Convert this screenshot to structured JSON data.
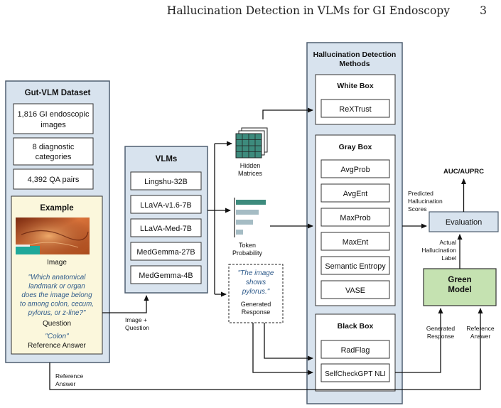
{
  "header": {
    "title": "Hallucination Detection in VLMs for GI Endoscopy",
    "page_number": "3"
  },
  "dataset": {
    "title": "Gut-VLM Dataset",
    "stats": [
      "1,816 GI endoscopic images",
      "8 diagnostic categories",
      "4,392 QA pairs"
    ],
    "example": {
      "title": "Example",
      "image_label": "Image",
      "question": "\"Which anatomical landmark or organ does the image belong to among colon, cecum, pylorus, or z-line?\"",
      "question_label": "Question",
      "answer": "\"Colon\"",
      "answer_label": "Reference Answer"
    }
  },
  "vlms": {
    "title": "VLMs",
    "models": [
      "Lingshu-32B",
      "LLaVA-v1.6-7B",
      "LLaVA-Med-7B",
      "MedGemma-27B",
      "MedGemma-4B"
    ]
  },
  "signals": {
    "hidden": "Hidden Matrices",
    "token": "Token Probability",
    "response_quote": "\"The image shows pylorus.\"",
    "response_label": "Generated Response"
  },
  "methods": {
    "title": "Hallucination Detection Methods",
    "white": {
      "title": "White Box",
      "items": [
        "ReXTrust"
      ]
    },
    "gray": {
      "title": "Gray Box",
      "items": [
        "AvgProb",
        "AvgEnt",
        "MaxProb",
        "MaxEnt",
        "Semantic Entropy",
        "VASE"
      ]
    },
    "black": {
      "title": "Black Box",
      "items": [
        "RadFlag",
        "SelfCheckGPT NLI"
      ]
    }
  },
  "evaluation": {
    "label": "Evaluation",
    "output": "AUC/AUPRC"
  },
  "green": {
    "label": "Green Model"
  },
  "arrow_labels": {
    "image_question": "Image + Question",
    "predicted": "Predicted Hallucination Scores",
    "actual": "Actual Hallucination Label",
    "generated": "Generated Response",
    "reference_right": "Reference Answer",
    "reference_bottom": "Reference Answer"
  },
  "colors": {
    "panel": "#d8e3ee",
    "panel_border": "#4f5f70",
    "example_bg": "#fbf7dc",
    "green": "#c5e2b1",
    "teal": "#3d8b7d",
    "quote": "#2e5a8a"
  }
}
